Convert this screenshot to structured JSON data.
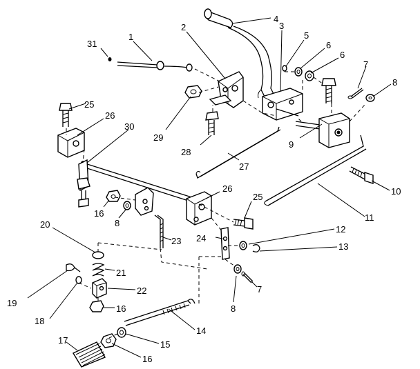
{
  "callouts": {
    "c1": "1",
    "c2": "2",
    "c3": "3",
    "c4": "4",
    "c5": "5",
    "c6a": "6",
    "c6b": "6",
    "c7a": "7",
    "c7b": "7",
    "c8a": "8",
    "c8b": "8",
    "c8c": "8",
    "c9": "9",
    "c10": "10",
    "c11": "11",
    "c12": "12",
    "c13": "13",
    "c14": "14",
    "c15": "15",
    "c16a": "16",
    "c16b": "16",
    "c16c": "16",
    "c17": "17",
    "c18": "18",
    "c19": "19",
    "c20": "20",
    "c21": "21",
    "c22": "22",
    "c23": "23",
    "c24": "24",
    "c25a": "25",
    "c25b": "25",
    "c26a": "26",
    "c26b": "26",
    "c27": "27",
    "c28": "28",
    "c29": "29",
    "c30": "30",
    "c31": "31"
  }
}
